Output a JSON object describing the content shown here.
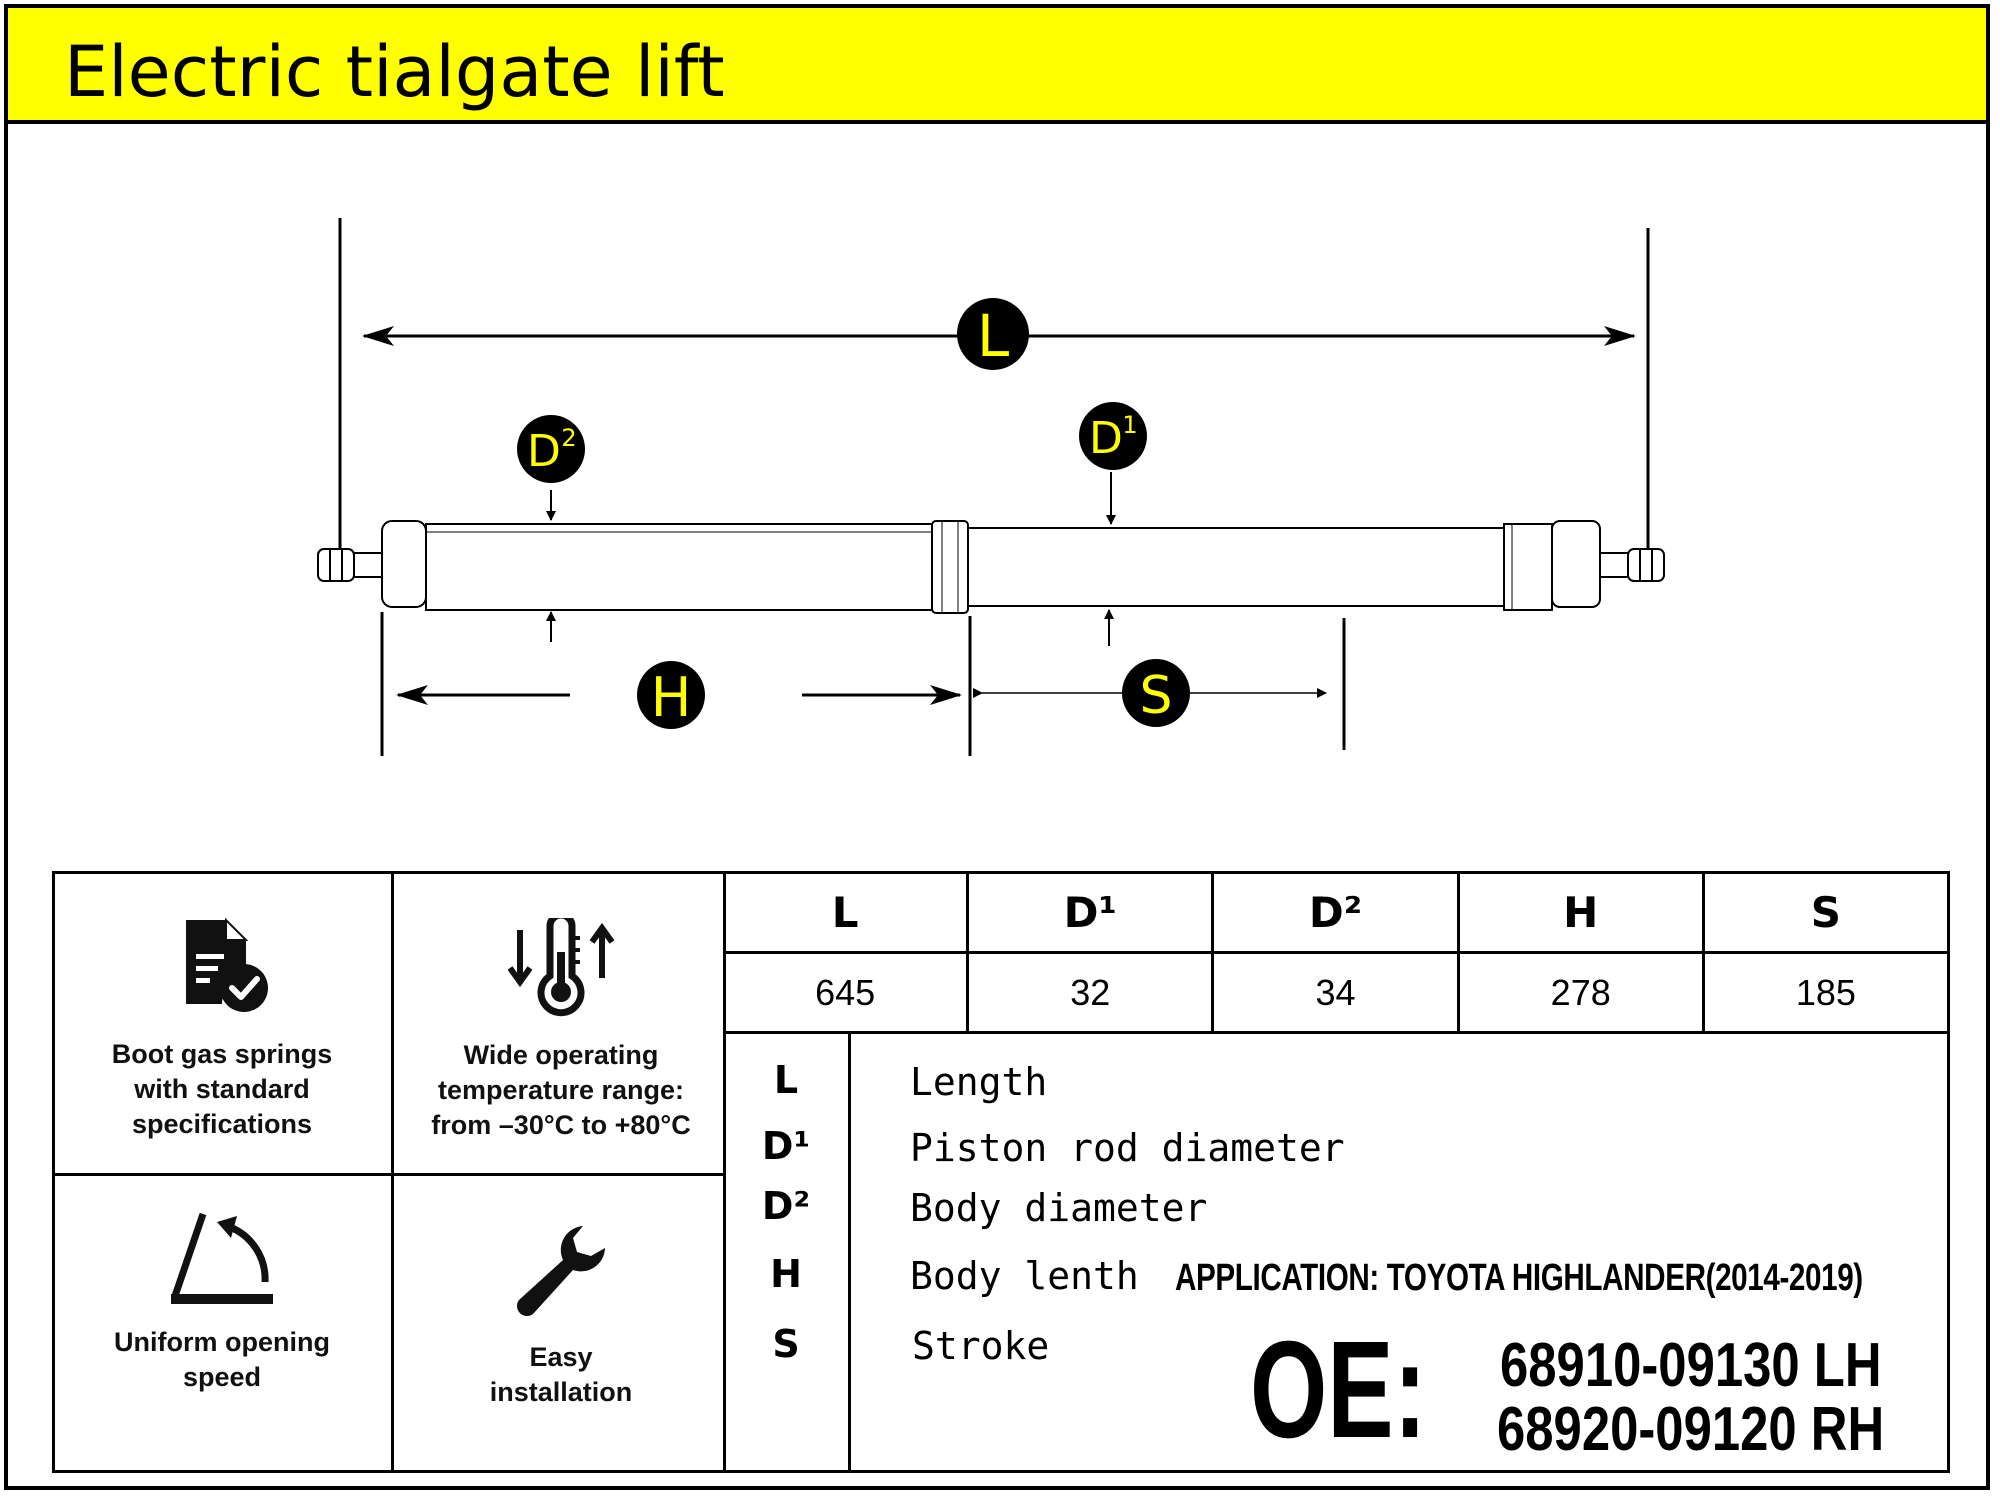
{
  "header": {
    "title": "Electric tialgate lift",
    "background": "#ffff00"
  },
  "diagram": {
    "callouts": {
      "L": "L",
      "D1_base": "D",
      "D1_sup": "1",
      "D2_base": "D",
      "D2_sup": "2",
      "H": "H",
      "S": "S"
    },
    "callout_fill": "#000000",
    "callout_text_color": "#ffff00"
  },
  "features": [
    {
      "icon": "document-check-icon",
      "caption_lines": [
        "Boot gas springs",
        "with standard",
        "specifications"
      ]
    },
    {
      "icon": "thermometer-icon",
      "caption_lines": [
        "Wide operating",
        "temperature range:",
        "from –30°C to +80°C"
      ]
    },
    {
      "icon": "opening-angle-icon",
      "caption_lines": [
        "Uniform opening",
        "speed"
      ]
    },
    {
      "icon": "wrench-icon",
      "caption_lines": [
        "Easy",
        "installation"
      ]
    }
  ],
  "specs": {
    "headers": [
      "L",
      "D¹",
      "D²",
      "H",
      "S"
    ],
    "values": [
      "645",
      "32",
      "34",
      "278",
      "185"
    ]
  },
  "legend": [
    {
      "symbol": "L",
      "description": "Length"
    },
    {
      "symbol": "D¹",
      "description": "Piston rod diameter"
    },
    {
      "symbol": "D²",
      "description": "Body diameter"
    },
    {
      "symbol": "H",
      "description": "Body lenth"
    },
    {
      "symbol": "S",
      "description": "Stroke"
    }
  ],
  "application": "APPLICATION: TOYOTA HIGHLANDER(2014-2019)",
  "oe": {
    "label": "OE:",
    "numbers": [
      "68910-09130  LH",
      "68920-09120  RH"
    ]
  }
}
